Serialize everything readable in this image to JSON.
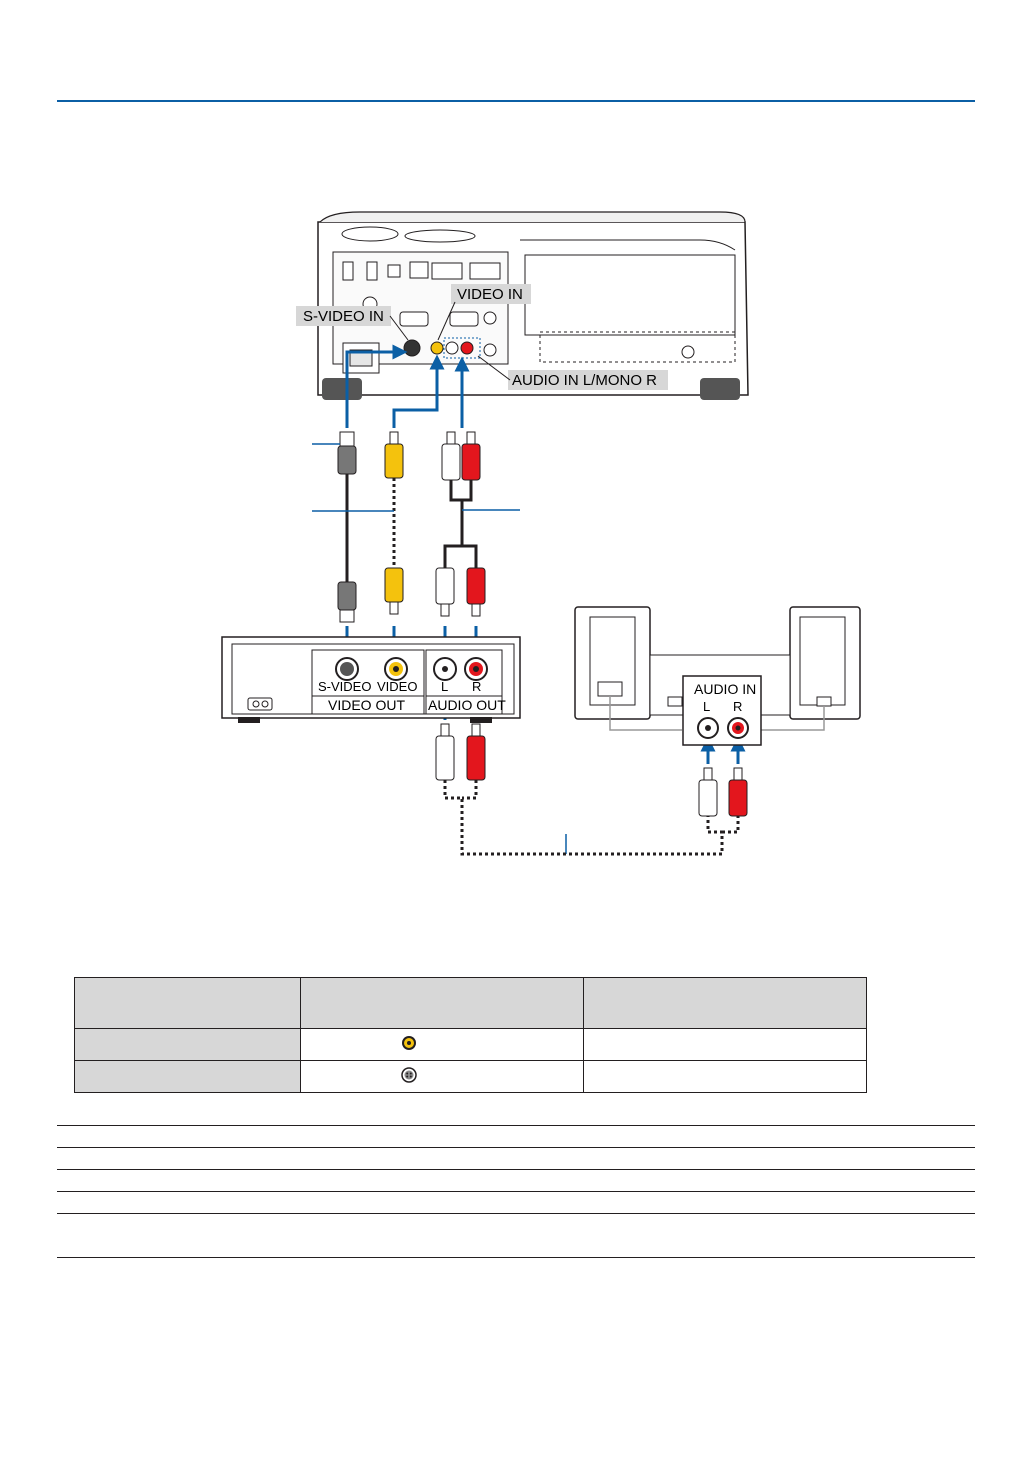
{
  "diagram": {
    "projector_labels": {
      "svideo_in": "S-VIDEO IN",
      "video_in": "VIDEO IN",
      "audio_in": "AUDIO IN L/MONO R"
    },
    "vcr_panel": {
      "svideo": "S-VIDEO",
      "video": "VIDEO",
      "video_out": "VIDEO OUT",
      "left": "L",
      "right": "R",
      "audio_out": "AUDIO OUT"
    },
    "speaker_panel": {
      "audio_in": "AUDIO IN",
      "left": "L",
      "right": "R"
    }
  },
  "table": {
    "rows": [
      {
        "jack_icon": "video-jack-icon"
      },
      {
        "jack_icon": "svideo-jack-icon"
      }
    ]
  },
  "colors": {
    "accent_blue": "#0b5fa5",
    "rca_yellow": "#f4c20d",
    "rca_red": "#e3161d",
    "table_header_gray": "#d7d7d7"
  }
}
